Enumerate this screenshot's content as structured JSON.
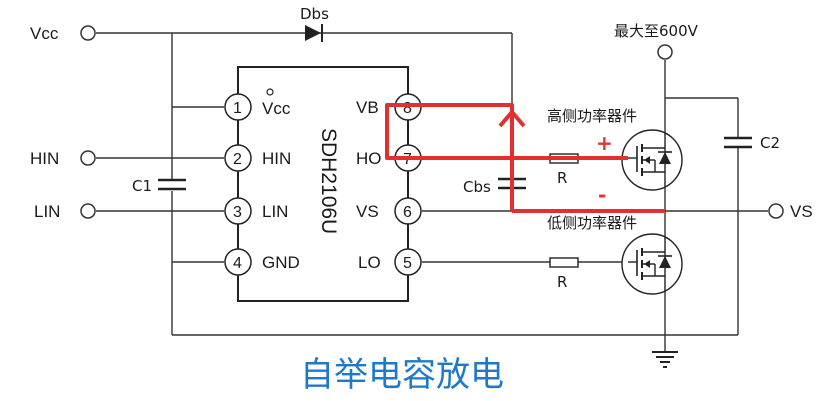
{
  "chip": {
    "name": "SDH2106U",
    "pins": [
      {
        "num": "1",
        "label": "Vcc"
      },
      {
        "num": "2",
        "label": "HIN"
      },
      {
        "num": "3",
        "label": "LIN"
      },
      {
        "num": "4",
        "label": "GND"
      },
      {
        "num": "8",
        "label": "VB"
      },
      {
        "num": "7",
        "label": "HO"
      },
      {
        "num": "6",
        "label": "VS"
      },
      {
        "num": "5",
        "label": "LO"
      }
    ]
  },
  "terminals": {
    "vcc": "Vcc",
    "hin": "HIN",
    "lin": "LIN",
    "vs": "VS",
    "supply": "最大至600V"
  },
  "components": {
    "dbs": "Dbs",
    "cbs": "Cbs",
    "c1": "C1",
    "c2": "C2",
    "r_high": "R",
    "r_low": "R",
    "high_device": "高侧功率器件",
    "low_device": "低侧功率器件",
    "plus": "+",
    "minus": "-"
  },
  "title": "自举电容放电",
  "colors": {
    "current_path": "#e23030",
    "title": "#1f78c8"
  }
}
